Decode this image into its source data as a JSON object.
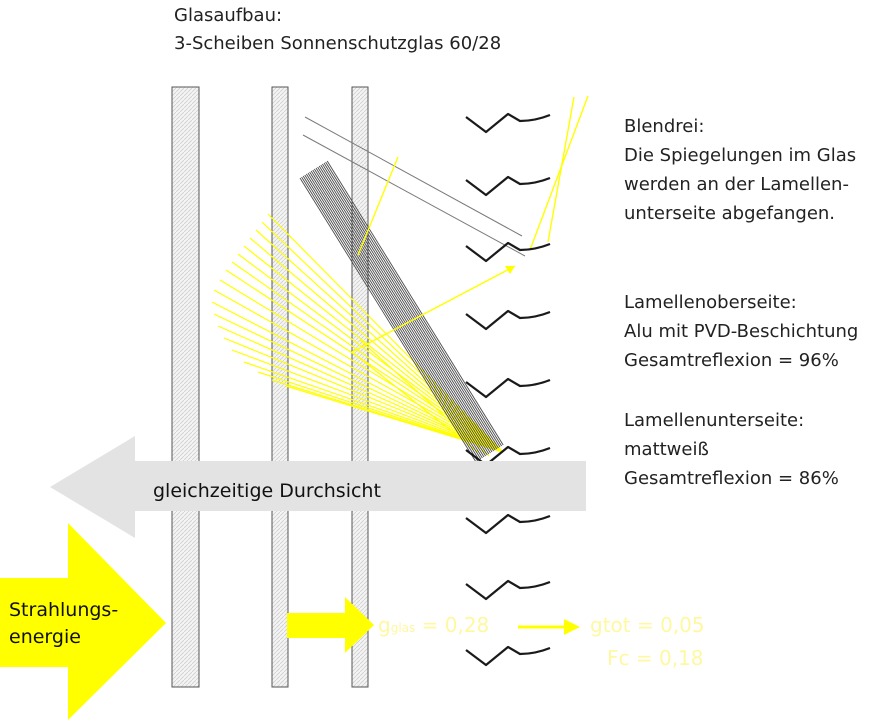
{
  "header": {
    "line1": "Glasaufbau:",
    "line2": "3-Scheiben Sonnenschutzglas 60/28"
  },
  "notes": {
    "blendfrei": {
      "title": "Blendrei:",
      "line1": "Die Spiegelungen im Glas",
      "line2": "werden an der Lamellen-",
      "line3": "unterseite abgefangen."
    },
    "oberseite": {
      "title": "Lamellenoberseite:",
      "line1": "Alu mit PVD-Beschichtung",
      "line2": "Gesamtreflexion = 96%"
    },
    "unterseite": {
      "title": "Lamellenunterseite:",
      "line1": "mattweiß",
      "line2": "Gesamtreflexion = 86%"
    }
  },
  "arrows": {
    "view_label": "gleichzeitige Durchsicht",
    "radiation_line1": "Strahlungs-",
    "radiation_line2": "energie"
  },
  "values": {
    "g_symbol": "g",
    "g_subscript": "glas",
    "g_value": " = 0,28",
    "gtot": "gtot =  0,05",
    "fc": "Fc =  0,18"
  },
  "colors": {
    "radiation_yellow": "#ffff00",
    "view_arrow_gray": "#e3e3e3",
    "slat_stroke": "#1a1a1a",
    "value_text": "#fff8a0"
  }
}
